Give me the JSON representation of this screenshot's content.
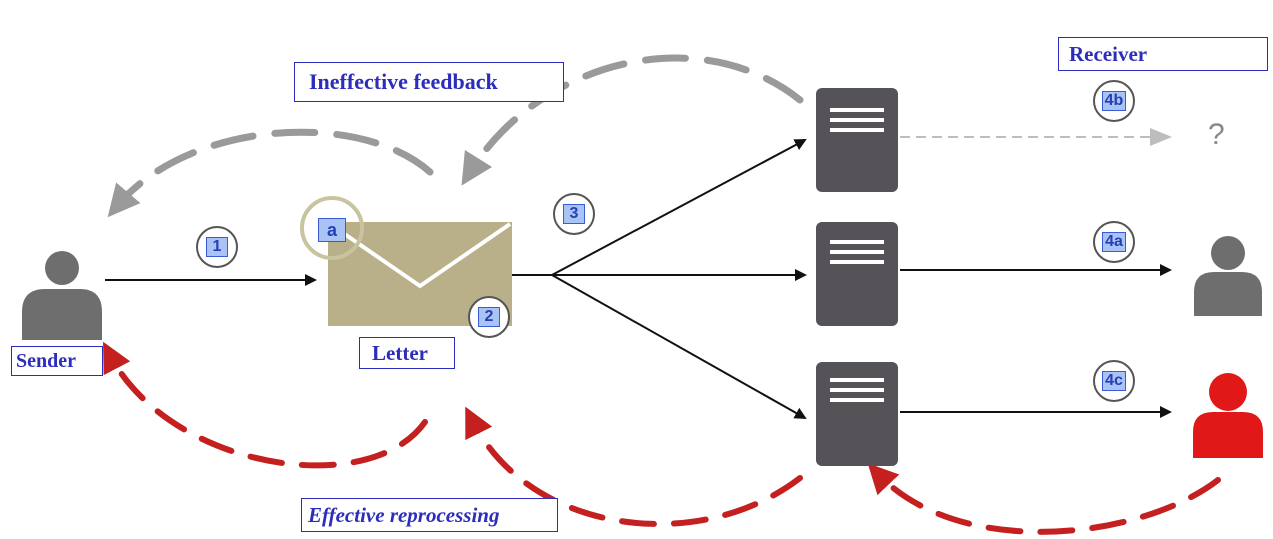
{
  "labels": {
    "ineffective_feedback": "Ineffective feedback",
    "receiver": "Receiver",
    "sender": "Sender",
    "letter": "Letter",
    "effective_reprocessing": "Effective reprocessing"
  },
  "badges": {
    "step_1": "1",
    "step_2": "2",
    "step_3": "3",
    "step_a": "a",
    "step_4a": "4a",
    "step_4b": "4b",
    "step_4c": "4c"
  },
  "unknown_receiver": "?",
  "colors": {
    "label_text": "#2d2dbb",
    "feedback_arrow": "#999999",
    "reprocess_arrow": "#c42020",
    "person_gray": "#6e6e6e",
    "person_red": "#e01818",
    "server": "#555358",
    "envelope": "#b9b08a",
    "badge_fill": "#a9c3f5"
  }
}
